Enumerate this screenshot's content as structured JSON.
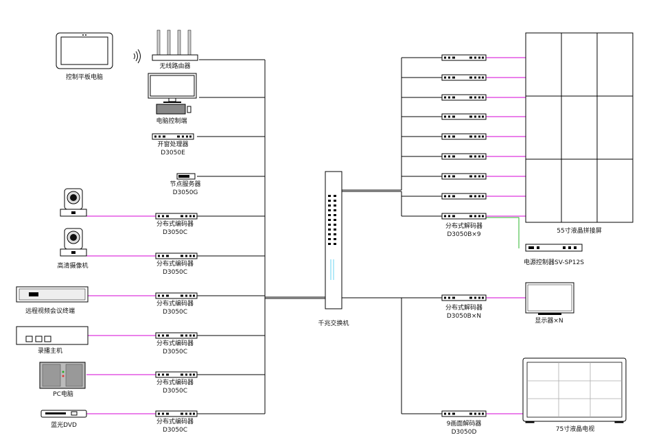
{
  "left_devices": {
    "tablet": "控制平板电脑",
    "router": "无线路由器",
    "pc_control": "电脑控制端",
    "window_processor": {
      "name": "开窗处理器",
      "model": "D3050E"
    },
    "node_server": {
      "name": "节点服务器",
      "model": "D3050G"
    },
    "camera": "高清摄像机",
    "video_conf": "远程视频会议终端",
    "recorder": "录播主机",
    "pc": "PC电脑",
    "bluray": "蓝光DVD"
  },
  "encoders": [
    {
      "name": "分布式编码器",
      "model": "D3050C"
    },
    {
      "name": "分布式编码器",
      "model": "D3050C"
    },
    {
      "name": "分布式编码器",
      "model": "D3050C"
    },
    {
      "name": "分布式编码器",
      "model": "D3050C"
    },
    {
      "name": "分布式编码器",
      "model": "D3050C"
    },
    {
      "name": "分布式编码器",
      "model": "D3050C"
    }
  ],
  "switch": "千兆交换机",
  "right_devices": {
    "decoder_group": {
      "name": "分布式解码器",
      "model": "D3050B×9"
    },
    "videowall": "55寸液晶拼接屏",
    "power_controller": "电源控制器SV-SP12S",
    "decoder_n": {
      "name": "分布式解码器",
      "model": "D3050B×N"
    },
    "monitor": "显示器×N",
    "decoder_9": {
      "name": "9画面解码器",
      "model": "D3050D"
    },
    "tv75": "75寸液晶电视"
  },
  "colors": {
    "video_link": "#d400d4",
    "power_link": "#2bb52b",
    "network": "#000000"
  }
}
